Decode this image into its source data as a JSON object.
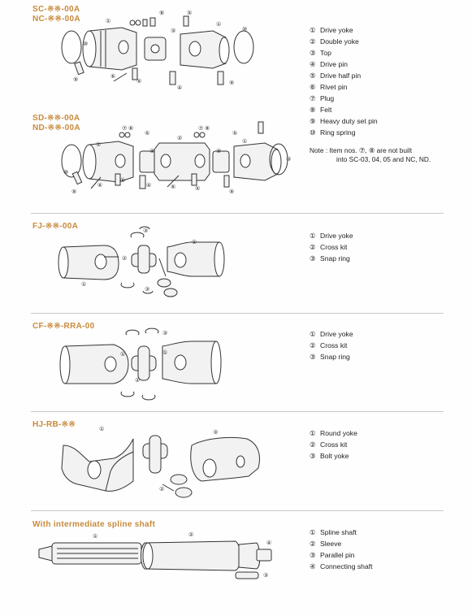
{
  "sections": [
    {
      "titles": [
        "SC-※※-00A",
        "NC-※※-00A"
      ]
    },
    {
      "titles": [
        "SD-※※-00A",
        "ND-※※-00A"
      ]
    },
    {
      "titles": [
        "FJ-※※-00A"
      ]
    },
    {
      "titles": [
        "CF-※※-RRA-00"
      ]
    },
    {
      "titles": [
        "HJ-RB-※※"
      ]
    },
    {
      "titles": [
        "With intermediate spline shaft"
      ]
    }
  ],
  "legend_sc": [
    {
      "num": "①",
      "label": "Drive yoke"
    },
    {
      "num": "②",
      "label": "Double yoke"
    },
    {
      "num": "③",
      "label": "Top"
    },
    {
      "num": "④",
      "label": "Drive pin"
    },
    {
      "num": "⑤",
      "label": "Drive half pin"
    },
    {
      "num": "⑥",
      "label": "Rivet pin"
    },
    {
      "num": "⑦",
      "label": "Plug"
    },
    {
      "num": "⑧",
      "label": "Felt"
    },
    {
      "num": "⑨",
      "label": "Heavy duty set pin"
    },
    {
      "num": "⑩",
      "label": "Ring spring"
    }
  ],
  "note": {
    "line1": "Note : Item nos. ⑦, ⑧ are not built",
    "line2": "into SC-03, 04, 05 and NC, ND."
  },
  "legend_fj": [
    {
      "num": "①",
      "label": "Drive yoke"
    },
    {
      "num": "②",
      "label": "Cross kit"
    },
    {
      "num": "③",
      "label": "Snap ring"
    }
  ],
  "legend_cf": [
    {
      "num": "①",
      "label": "Drive yoke"
    },
    {
      "num": "②",
      "label": "Cross kit"
    },
    {
      "num": "③",
      "label": "Snap ring"
    }
  ],
  "legend_hj": [
    {
      "num": "①",
      "label": "Round yoke"
    },
    {
      "num": "②",
      "label": "Cross kit"
    },
    {
      "num": "③",
      "label": "Bolt yoke"
    }
  ],
  "legend_sp": [
    {
      "num": "①",
      "label": "Spline shaft"
    },
    {
      "num": "②",
      "label": "Sleeve"
    },
    {
      "num": "③",
      "label": "Parallel pin"
    },
    {
      "num": "④",
      "label": "Connecting shaft"
    }
  ],
  "callouts": {
    "c1": "①",
    "c2": "②",
    "c3": "③",
    "c4": "④",
    "c5": "⑤",
    "c6": "⑥",
    "c7": "⑦",
    "c8": "⑧",
    "c9": "⑨",
    "c10": "⑩"
  }
}
